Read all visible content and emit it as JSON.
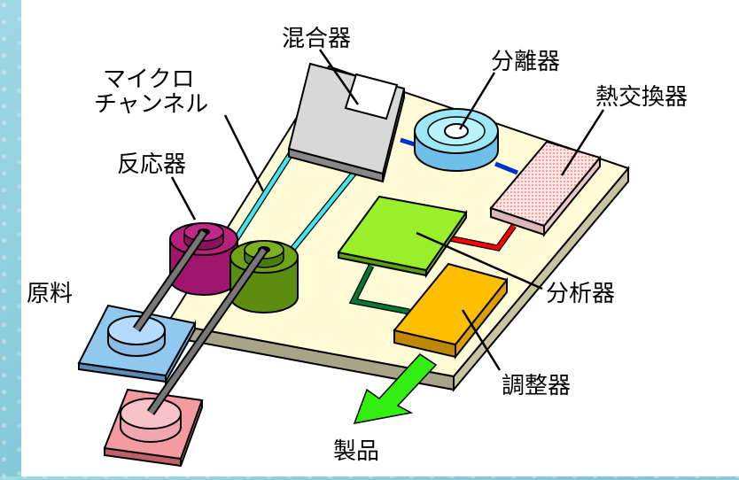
{
  "labels": {
    "mixer": "混合器",
    "separator": "分離器",
    "microchannel_line1": "マイクロ",
    "microchannel_line2": "チャンネル",
    "heat_exchanger": "熱交換器",
    "reactor": "反応器",
    "raw_material": "原料",
    "analyzer": "分析器",
    "regulator": "調整器",
    "product": "製品"
  },
  "colors": {
    "chip_surface": "#fffbd6",
    "chip_side": "#b4b090",
    "microchannel": "#3ee6f0",
    "connector_blue": "#0030d0",
    "connector_red": "#ff0000",
    "connector_green": "#007a30",
    "mixer": "#d8d8d8",
    "separator": "#9be7f5",
    "heat_exchanger": "#ffd8d8",
    "analyzer": "#99f02a",
    "regulator": "#ffbf00",
    "reactor_purple": "#a0166e",
    "reactor_green": "#5c8c10",
    "raw_blue": "#90c8f0",
    "raw_pink": "#f59aa0",
    "product_arrow": "#33ee11"
  }
}
